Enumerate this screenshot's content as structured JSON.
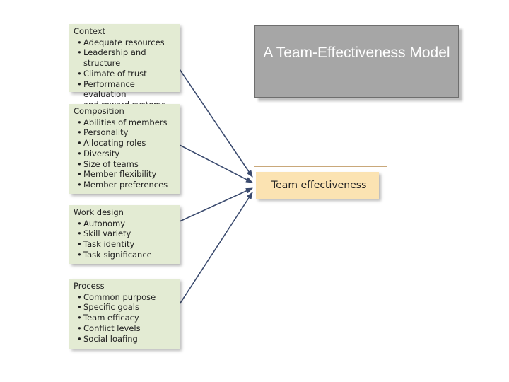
{
  "title": "A Team-Effectiveness Model",
  "outcome": "Team effectiveness",
  "colors": {
    "input_box": "#e3ebd3",
    "outcome_box": "#fbe3b2",
    "arrow": "#3a4a6e",
    "title_box": "#a6a6a6"
  },
  "inputs": [
    {
      "title": "Context",
      "items": [
        "Adequate resources",
        "Leadership and structure",
        "Climate of trust",
        "Performance evaluation",
        "and reward systems"
      ]
    },
    {
      "title": "Composition",
      "items": [
        "Abilities of members",
        "Personality",
        "Allocating roles",
        "Diversity",
        "Size of teams",
        "Member flexibility",
        "Member preferences"
      ]
    },
    {
      "title": "Work design",
      "items": [
        "Autonomy",
        "Skill variety",
        "Task identity",
        "Task significance"
      ]
    },
    {
      "title": "Process",
      "items": [
        "Common purpose",
        "Specific goals",
        "Team efficacy",
        "Conflict levels",
        "Social loafing"
      ]
    }
  ]
}
